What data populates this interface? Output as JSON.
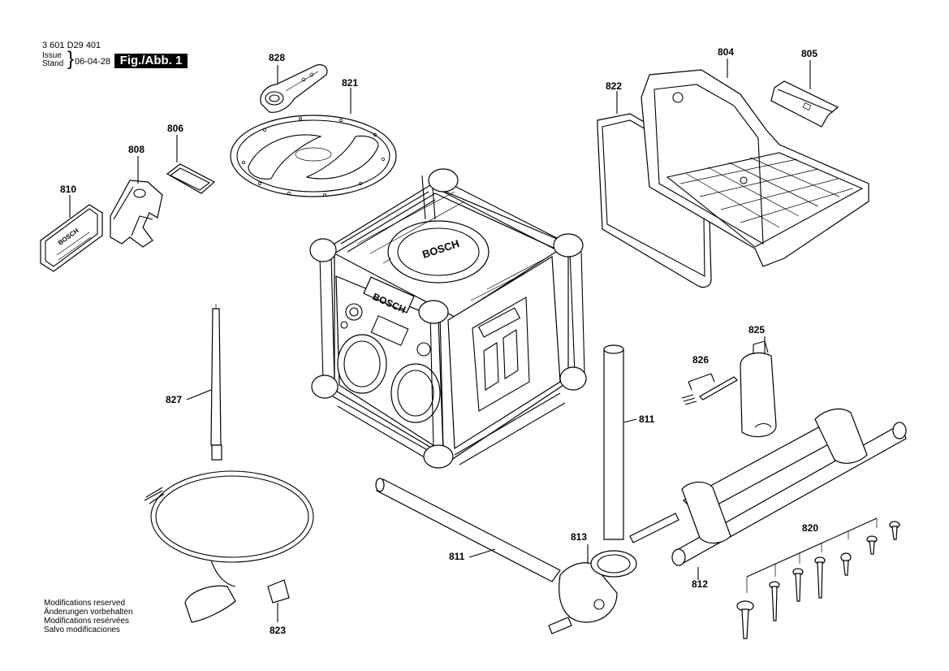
{
  "header": {
    "part_number": "3 601 D29 401",
    "issue_label": "Issue",
    "stand_label": "Stand",
    "date": "06-04-28",
    "figure_label": "Fig./Abb. 1"
  },
  "notes": [
    "Modifications reserved",
    "Änderungen vorbehalten",
    "Modifications resérvées",
    "Salvo modificaciones"
  ],
  "parts": {
    "p804": "804",
    "p805": "805",
    "p806": "806",
    "p808": "808",
    "p810": "810",
    "p811a": "811",
    "p811b": "811",
    "p812": "812",
    "p813": "813",
    "p820": "820",
    "p821": "821",
    "p822": "822",
    "p823": "823",
    "p825": "825",
    "p826": "826",
    "p827": "827",
    "p828": "828"
  },
  "markings": {
    "brand": "BOSCH"
  }
}
